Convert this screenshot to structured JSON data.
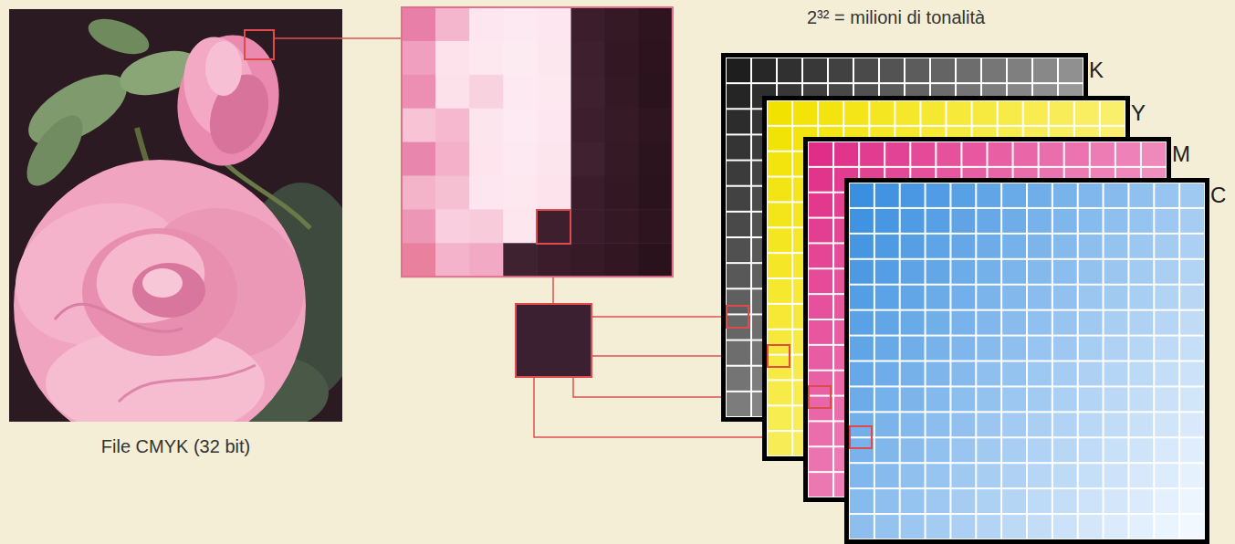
{
  "diagram": {
    "nodes": [
      {
        "text": [
          "K"
        ]
      },
      {
        "text": [
          "Y"
        ]
      },
      {
        "text": [
          "M"
        ]
      },
      {
        "text": [
          "C"
        ]
      }
    ],
    "labels": [
      "2³² = milioni di tonalità",
      "File CMYK (32 bit)"
    ]
  }
}
